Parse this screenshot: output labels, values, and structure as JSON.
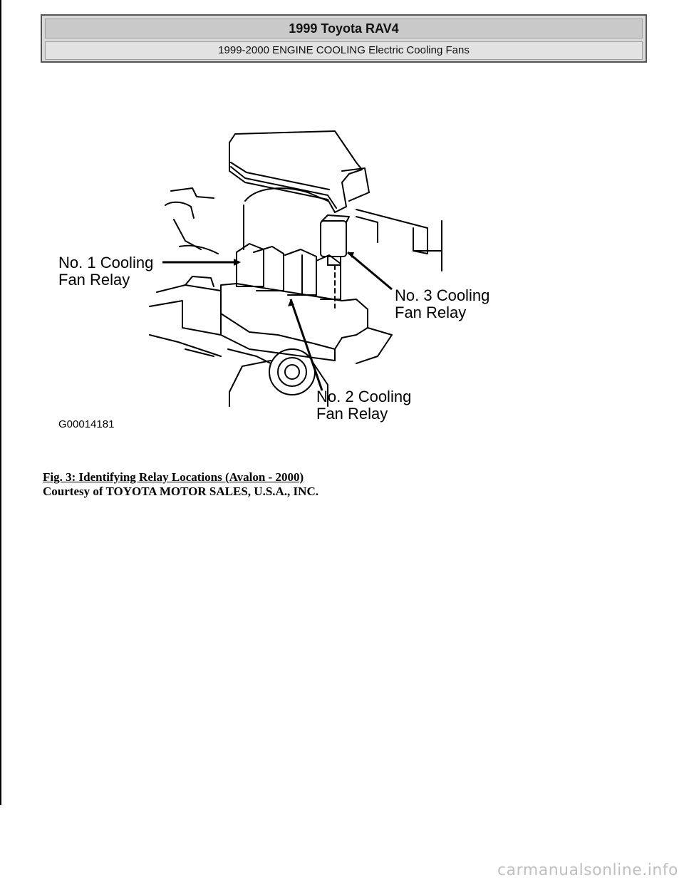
{
  "header": {
    "title": "1999 Toyota RAV4",
    "subtitle": "1999-2000 ENGINE COOLING Electric Cooling Fans"
  },
  "figure": {
    "label_relay1_line1": "No. 1 Cooling",
    "label_relay1_line2": "Fan Relay",
    "label_relay2_line1": "No. 2 Cooling",
    "label_relay2_line2": "Fan Relay",
    "label_relay3_line1": "No. 3 Cooling",
    "label_relay3_line2": "Fan Relay",
    "figure_id": "G00014181"
  },
  "caption": {
    "title": "Fig. 3: Identifying Relay Locations (Avalon - 2000)",
    "credit": "Courtesy of TOYOTA MOTOR SALES, U.S.A., INC."
  },
  "watermark": {
    "text": "carmanualsonline.info"
  }
}
